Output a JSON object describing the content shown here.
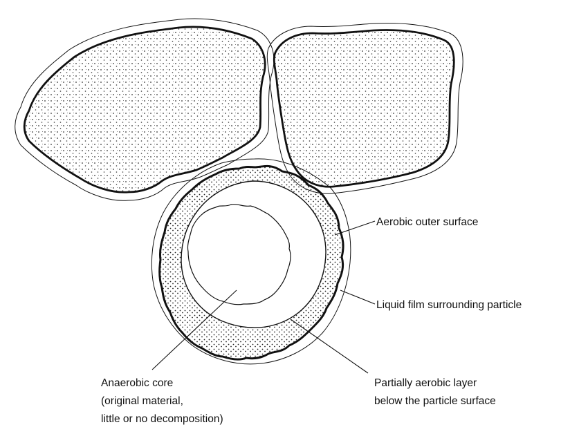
{
  "labels": {
    "aerobic_outer_surface": "Aerobic outer surface",
    "liquid_film": "Liquid film surrounding particle",
    "anaerobic_core": [
      "Anaerobic core",
      "(original material,",
      "little or no decomposition)"
    ],
    "partially_aerobic_layer": [
      "Partially aerobic layer",
      "below the particle surface"
    ]
  },
  "colors": {
    "ink": "#111111",
    "background": "#ffffff",
    "stipple": "#333333"
  }
}
